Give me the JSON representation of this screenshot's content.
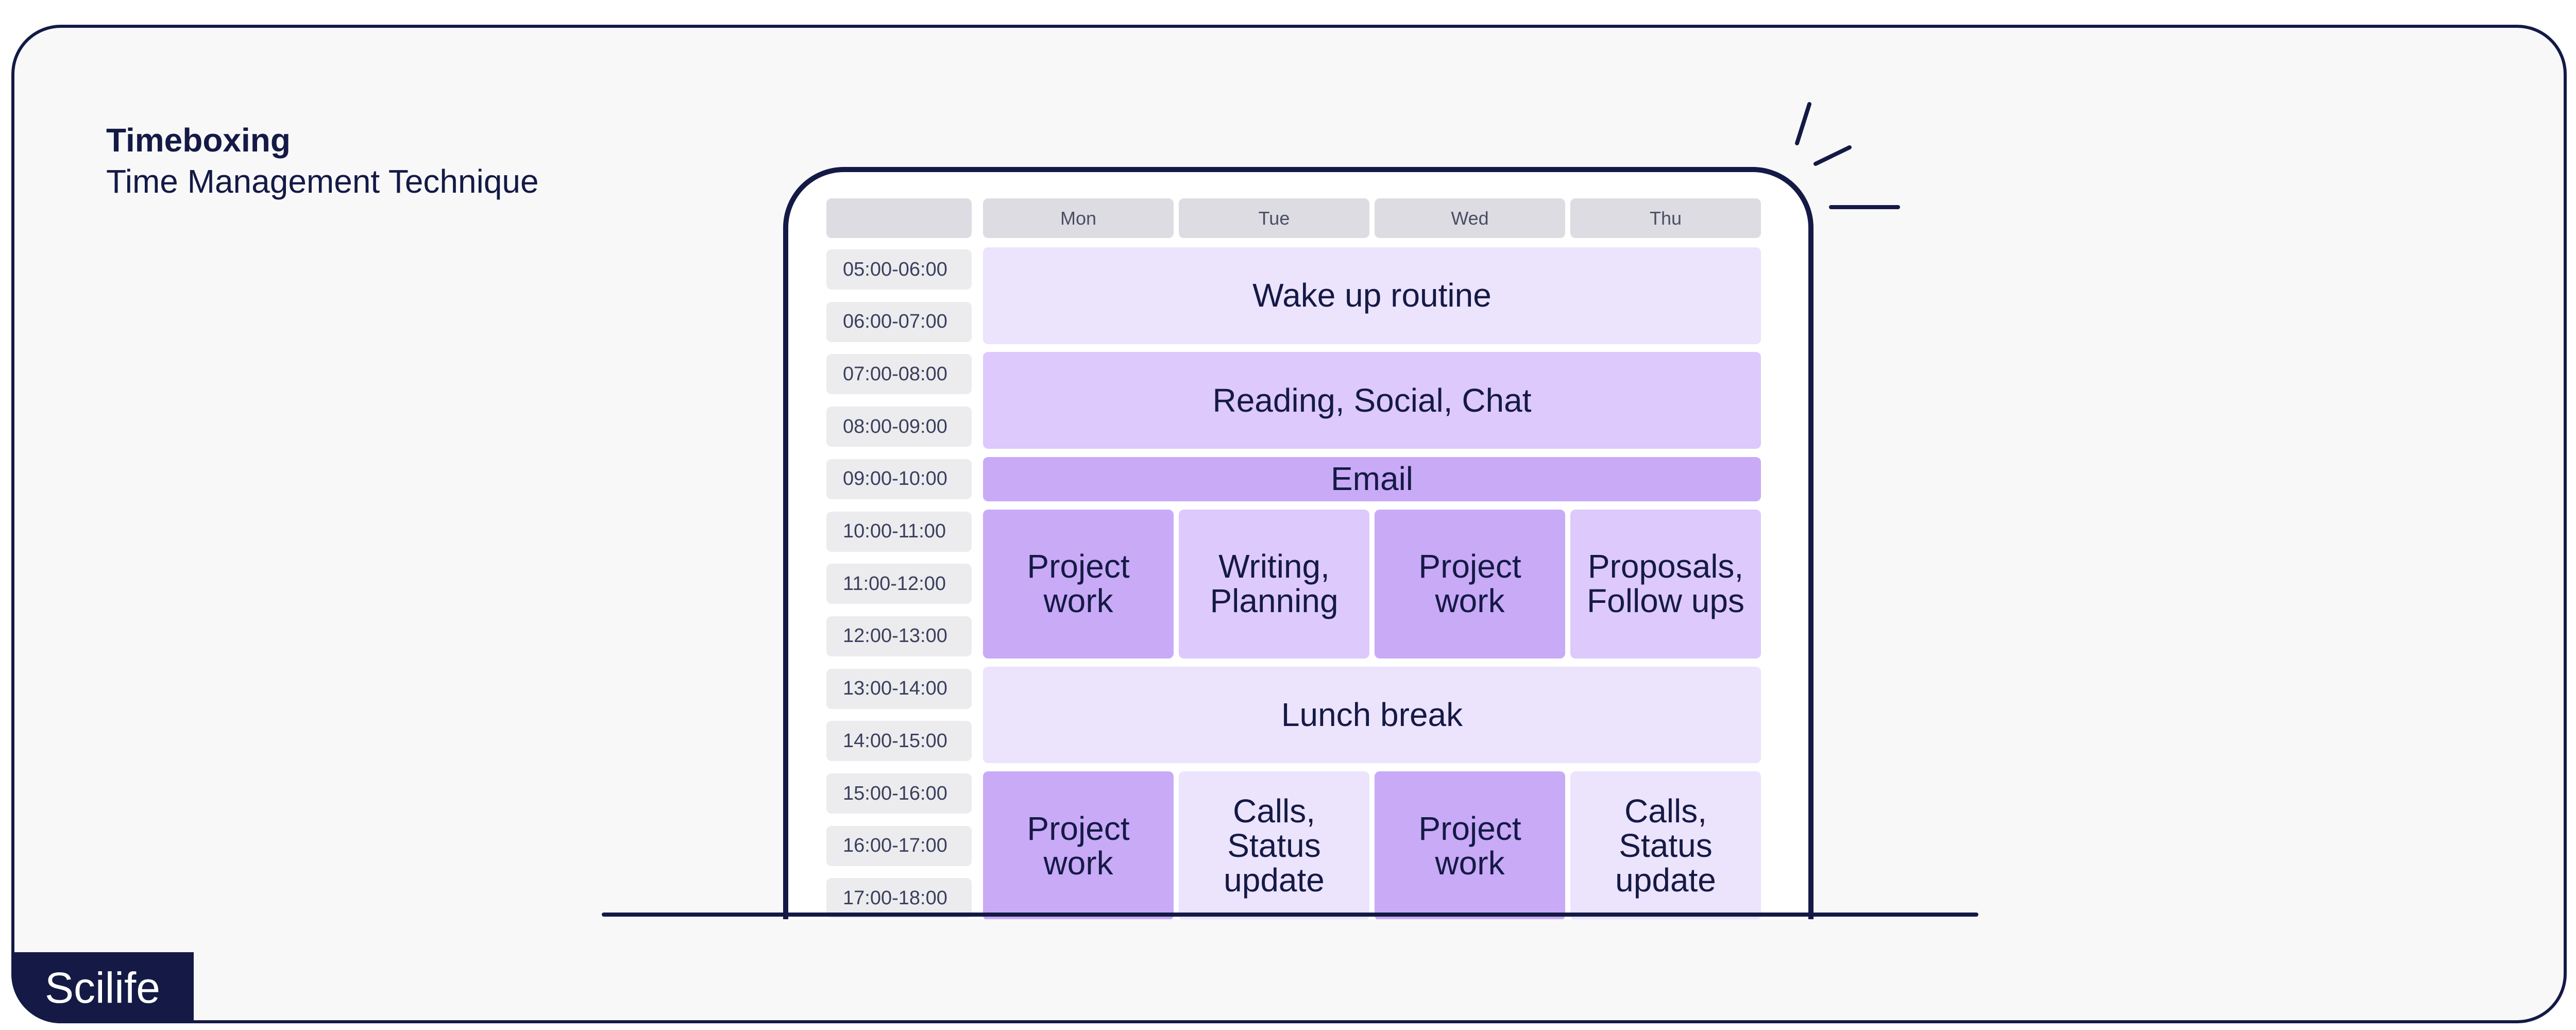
{
  "title": "Timeboxing",
  "subtitle": "Time Management Technique",
  "brand": "Scilife",
  "colors": {
    "ink": "#141a45",
    "light_lavender": "#ece3fc",
    "medium_lavender": "#ddc9fb",
    "strong_purple": "#c9aaf7",
    "header_gray": "#dcdce2",
    "time_gray": "#ececef"
  },
  "days": [
    "Mon",
    "Tue",
    "Wed",
    "Thu"
  ],
  "time_slots": [
    "05:00-06:00",
    "06:00-07:00",
    "07:00-08:00",
    "08:00-09:00",
    "09:00-10:00",
    "10:00-11:00",
    "11:00-12:00",
    "12:00-13:00",
    "13:00-14:00",
    "14:00-15:00",
    "15:00-16:00",
    "16:00-17:00",
    "17:00-18:00"
  ],
  "blocks": [
    {
      "label": "Wake up routine",
      "day_start": 0,
      "day_span": 4,
      "slot_start": 0,
      "slot_span": 2,
      "shade": "c1"
    },
    {
      "label": "Reading, Social, Chat",
      "day_start": 0,
      "day_span": 4,
      "slot_start": 2,
      "slot_span": 2,
      "shade": "c2"
    },
    {
      "label": "Email",
      "day_start": 0,
      "day_span": 4,
      "slot_start": 4,
      "slot_span": 1,
      "shade": "c3"
    },
    {
      "label": "Project\nwork",
      "day_start": 0,
      "day_span": 1,
      "slot_start": 5,
      "slot_span": 3,
      "shade": "c3"
    },
    {
      "label": "Writing,\nPlanning",
      "day_start": 1,
      "day_span": 1,
      "slot_start": 5,
      "slot_span": 3,
      "shade": "c2"
    },
    {
      "label": "Project\nwork",
      "day_start": 2,
      "day_span": 1,
      "slot_start": 5,
      "slot_span": 3,
      "shade": "c3"
    },
    {
      "label": "Proposals,\nFollow ups",
      "day_start": 3,
      "day_span": 1,
      "slot_start": 5,
      "slot_span": 3,
      "shade": "c2"
    },
    {
      "label": "Lunch break",
      "day_start": 0,
      "day_span": 4,
      "slot_start": 8,
      "slot_span": 2,
      "shade": "c1"
    },
    {
      "label": "Project\nwork",
      "day_start": 0,
      "day_span": 1,
      "slot_start": 10,
      "slot_span": 3,
      "shade": "c3"
    },
    {
      "label": "Calls,\nStatus\nupdate",
      "day_start": 1,
      "day_span": 1,
      "slot_start": 10,
      "slot_span": 3,
      "shade": "c1"
    },
    {
      "label": "Project\nwork",
      "day_start": 2,
      "day_span": 1,
      "slot_start": 10,
      "slot_span": 3,
      "shade": "c3"
    },
    {
      "label": "Calls,\nStatus\nupdate",
      "day_start": 3,
      "day_span": 1,
      "slot_start": 10,
      "slot_span": 3,
      "shade": "c1"
    }
  ]
}
